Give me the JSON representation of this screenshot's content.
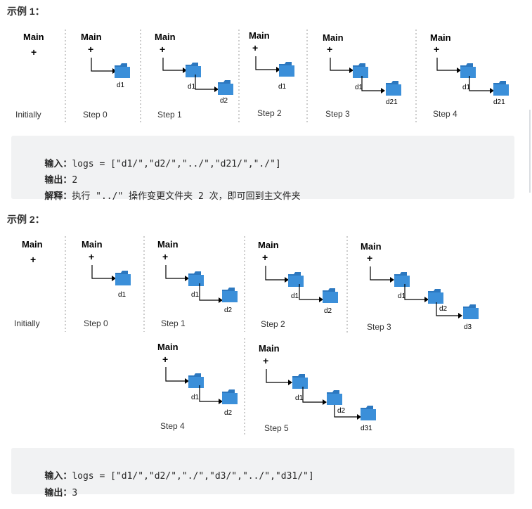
{
  "example1": {
    "title": "示例 1：",
    "figure": {
      "root": "Main",
      "plus": "+",
      "steps": [
        "Initially",
        "Step 0",
        "Step 1",
        "Step 2",
        "Step 3",
        "Step 4"
      ],
      "folders": {
        "d1": "d1",
        "d2": "d2",
        "d21": "d21"
      }
    },
    "input_label": "输入：",
    "input_value": "logs = [\"d1/\",\"d2/\",\"../\",\"d21/\",\"./\"]",
    "output_label": "输出：",
    "output_value": "2",
    "explain_label": "解释：",
    "explain_value": "执行 \"../\" 操作变更文件夹 2 次，即可回到主文件夹"
  },
  "example2": {
    "title": "示例 2：",
    "figure": {
      "root": "Main",
      "plus": "+",
      "steps": [
        "Initially",
        "Step 0",
        "Step 1",
        "Step 2",
        "Step 3",
        "Step 4",
        "Step 5"
      ],
      "folders": {
        "d1": "d1",
        "d2": "d2",
        "d3": "d3",
        "d31": "d31"
      }
    },
    "input_label": "输入：",
    "input_value": "logs = [\"d1/\",\"d2/\",\"./\",\"d3/\",\"../\",\"d31/\"]",
    "output_label": "输出：",
    "output_value": "3"
  },
  "colors": {
    "folder": "#3b8fd9",
    "folder_dark": "#2c78c0",
    "code_bg": "#f1f2f3"
  }
}
